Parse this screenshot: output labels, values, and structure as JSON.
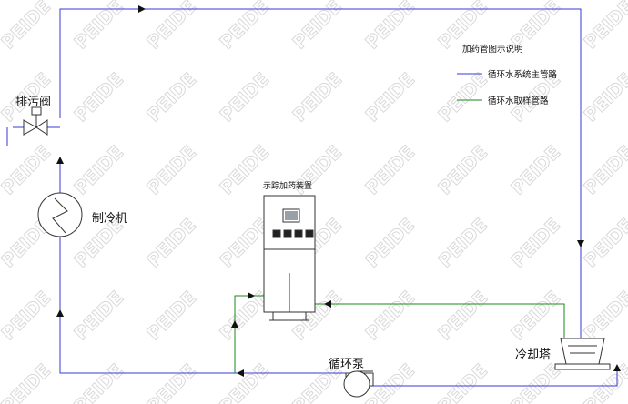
{
  "watermark": "PEIDE",
  "legend": {
    "title": "加药管图示说明",
    "main_line": "循环水系统主管路",
    "sample_line": "循环水取样管路"
  },
  "labels": {
    "drain_valve": "排污阀",
    "chiller": "制冷机",
    "dosing_device": "示踪加药装置",
    "pump": "循环泵",
    "cooling_tower": "冷却塔"
  },
  "colors": {
    "main_pipe": "#3a3ad8",
    "sample_pipe": "#1a8a1a",
    "equipment": "#333333",
    "watermark": "#d9d9d9"
  }
}
